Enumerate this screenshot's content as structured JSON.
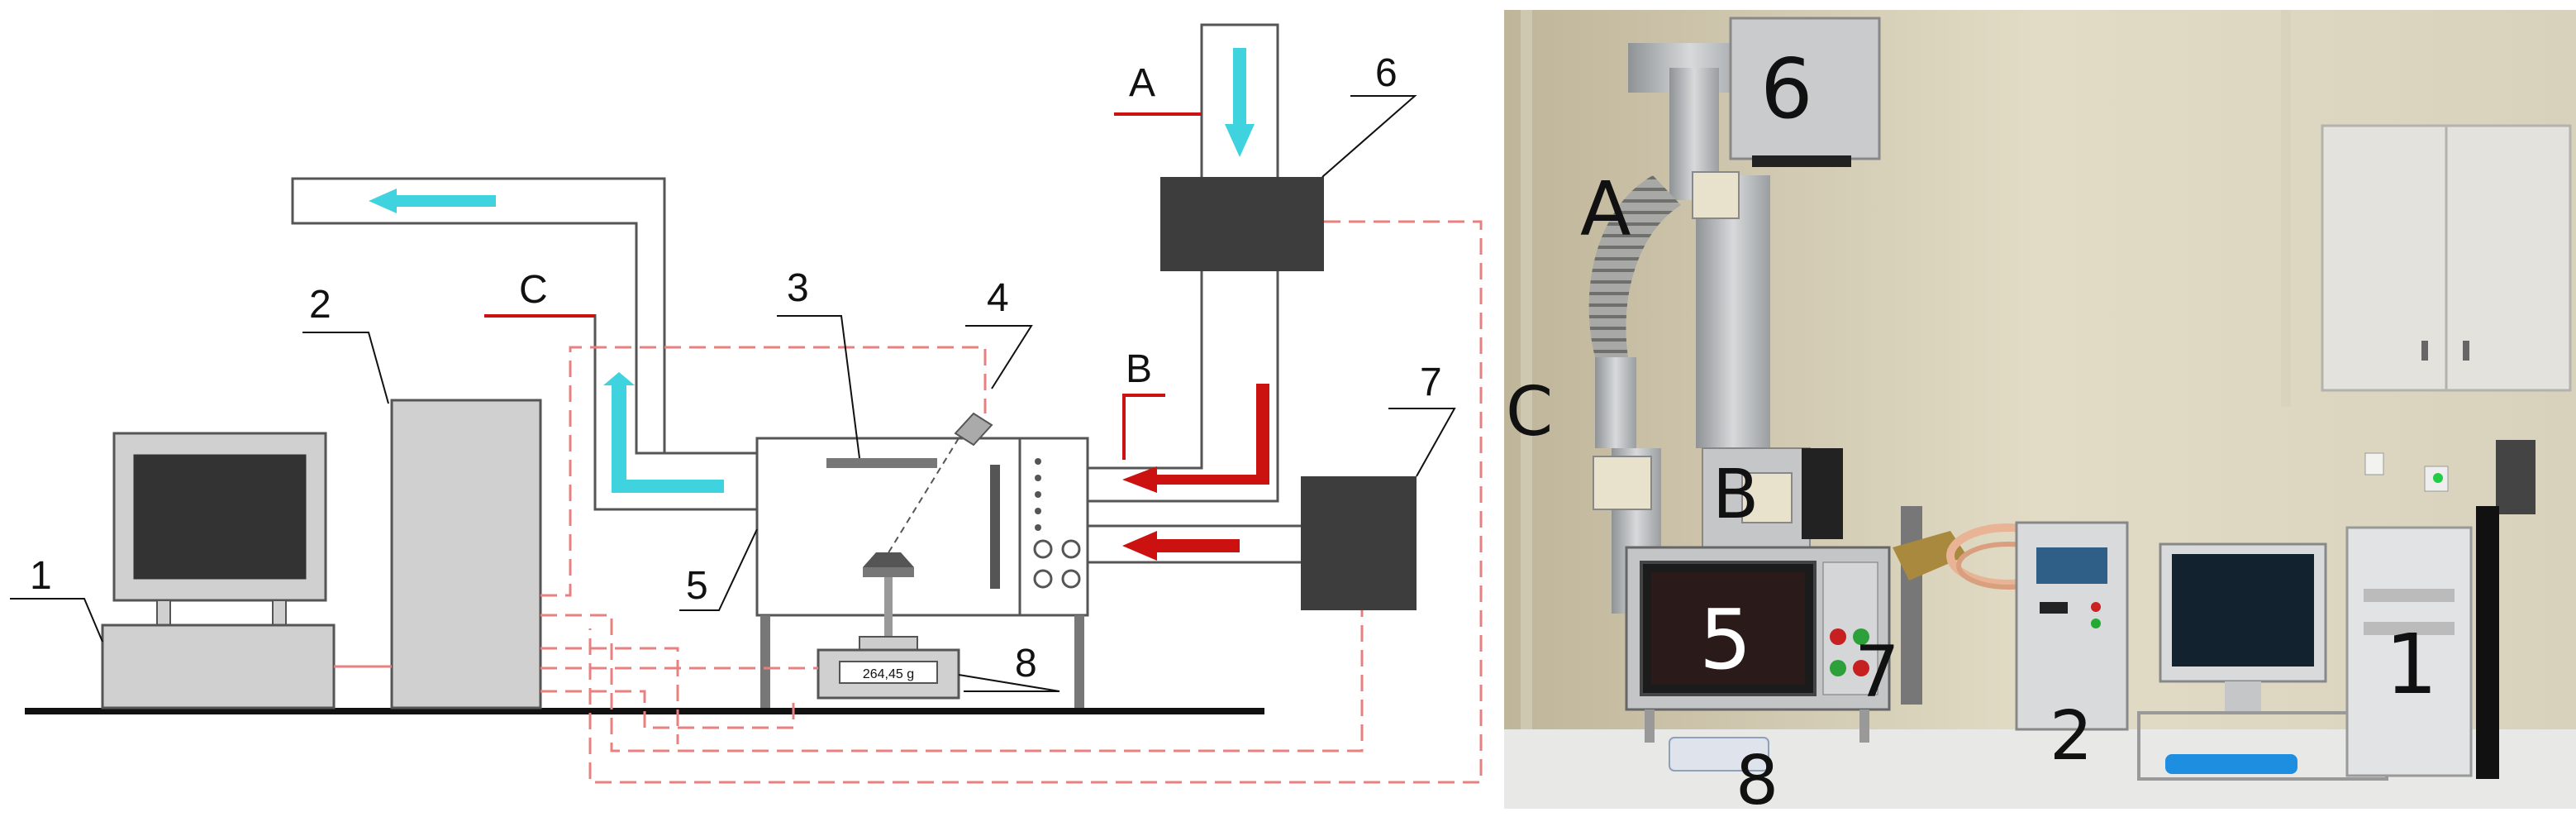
{
  "schematic": {
    "labels": {
      "n1": "1",
      "n2": "2",
      "n3": "3",
      "n4": "4",
      "n5": "5",
      "n6": "6",
      "n7": "7",
      "n8": "8",
      "A": "A",
      "B": "B",
      "C": "C"
    },
    "scale_display": "264,45 g",
    "colors": {
      "air_arrow": "#3fd3df",
      "heat_arrow": "#cc1111",
      "signal_line": "#e88080",
      "unit_fill": "#3d3d3d",
      "body_fill": "#cccccc"
    }
  },
  "photo": {
    "labels": {
      "n1": "1",
      "n2": "2",
      "n5": "5",
      "n6": "6",
      "n7": "7",
      "n8": "8",
      "A": "A",
      "B": "B",
      "C": "C"
    }
  }
}
